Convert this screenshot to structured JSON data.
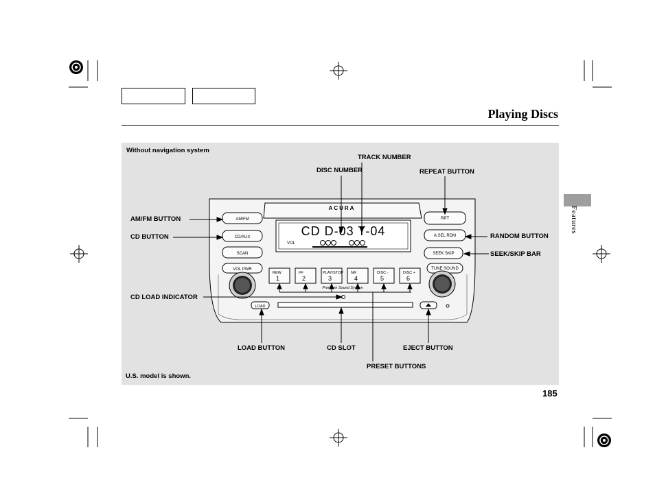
{
  "header": {
    "nav_boxes": [
      "",
      ""
    ],
    "title": "Playing Discs",
    "section_tab": "Features",
    "page_number": "185"
  },
  "figure": {
    "caption_top": "Without navigation system",
    "caption_bottom": "U.S. model is shown.",
    "callouts": {
      "track_number": "TRACK NUMBER",
      "disc_number": "DISC NUMBER",
      "repeat_button": "REPEAT BUTTON",
      "am_fm_button": "AM/FM BUTTON",
      "cd_button": "CD BUTTON",
      "random_button": "RANDOM BUTTON",
      "seek_skip_bar": "SEEK/SKIP BAR",
      "cd_load_indicator": "CD LOAD INDICATOR",
      "load_button": "LOAD BUTTON",
      "cd_slot": "CD SLOT",
      "eject_button": "EJECT BUTTON",
      "preset_buttons": "PRESET BUTTONS"
    },
    "radio": {
      "brand": "ACURA",
      "display": "CD  D-03  T-04",
      "display_vol": "VOL",
      "left_buttons": [
        "AM/FM",
        "CD/AUX",
        "SCAN",
        "VOL PWR"
      ],
      "right_buttons": [
        "RPT",
        "A.SEL RDM",
        "SEEK SKIP",
        "TUNE SOUND"
      ],
      "presets": [
        {
          "top": "REW",
          "num": "1"
        },
        {
          "top": "FF",
          "num": "2"
        },
        {
          "top": "PLAY/STOP",
          "num": "3"
        },
        {
          "top": "NR",
          "num": "4"
        },
        {
          "top": "DISC -",
          "num": "5"
        },
        {
          "top": "DISC +",
          "num": "6"
        }
      ],
      "subtitle": "Premium Sound System",
      "load_label": "LOAD"
    }
  }
}
